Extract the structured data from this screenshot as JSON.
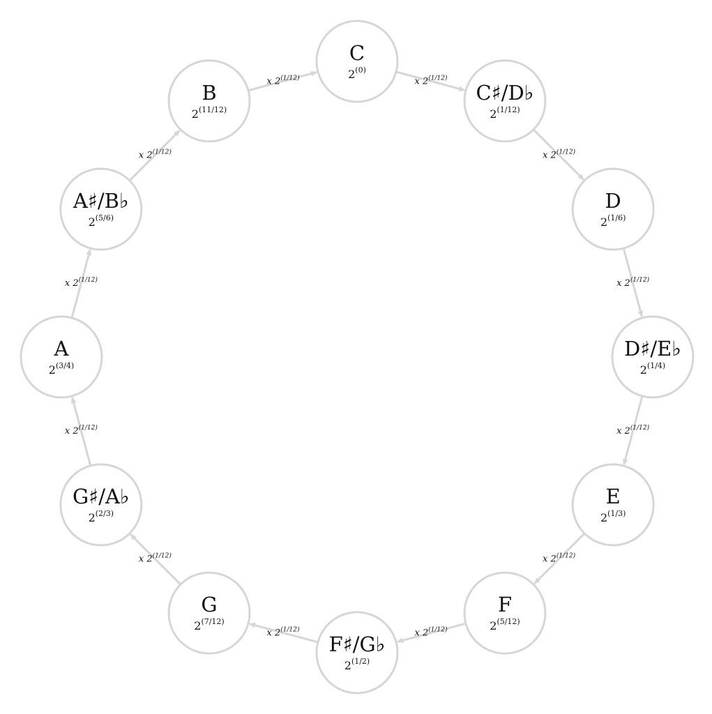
{
  "diagram": {
    "colors": {
      "circle_stroke": "#d6d6d6",
      "edge": "#d6d6d6",
      "text": "#111111",
      "background": "#ffffff"
    },
    "notes": [
      {
        "id": "c",
        "name": "C",
        "base": "2",
        "exponent": "(0)"
      },
      {
        "id": "csharp",
        "name": "C♯/D♭",
        "base": "2",
        "exponent": "(1/12)"
      },
      {
        "id": "d",
        "name": "D",
        "base": "2",
        "exponent": "(1/6)"
      },
      {
        "id": "dsharp",
        "name": "D♯/E♭",
        "base": "2",
        "exponent": "(1/4)"
      },
      {
        "id": "e",
        "name": "E",
        "base": "2",
        "exponent": "(1/3)"
      },
      {
        "id": "f",
        "name": "F",
        "base": "2",
        "exponent": "(5/12)"
      },
      {
        "id": "fsharp",
        "name": "F♯/G♭",
        "base": "2",
        "exponent": "(1/2)"
      },
      {
        "id": "g",
        "name": "G",
        "base": "2",
        "exponent": "(7/12)"
      },
      {
        "id": "gsharp",
        "name": "G♯/A♭",
        "base": "2",
        "exponent": "(2/3)"
      },
      {
        "id": "a",
        "name": "A",
        "base": "2",
        "exponent": "(3/4)"
      },
      {
        "id": "asharp",
        "name": "A♯/B♭",
        "base": "2",
        "exponent": "(5/6)"
      },
      {
        "id": "b",
        "name": "B",
        "base": "2",
        "exponent": "(11/12)"
      }
    ],
    "edges": [
      {
        "from": "c",
        "to": "csharp",
        "prefix": "x 2",
        "exponent": "(1/12)"
      },
      {
        "from": "csharp",
        "to": "d",
        "prefix": "x 2",
        "exponent": "(1/12)"
      },
      {
        "from": "d",
        "to": "dsharp",
        "prefix": "x 2",
        "exponent": "(1/12)"
      },
      {
        "from": "dsharp",
        "to": "e",
        "prefix": "x 2",
        "exponent": "(1/12)"
      },
      {
        "from": "e",
        "to": "f",
        "prefix": "x 2",
        "exponent": "(1/12)"
      },
      {
        "from": "f",
        "to": "fsharp",
        "prefix": "x 2",
        "exponent": "(1/12)"
      },
      {
        "from": "fsharp",
        "to": "g",
        "prefix": "x 2",
        "exponent": "(1/12)"
      },
      {
        "from": "g",
        "to": "gsharp",
        "prefix": "x 2",
        "exponent": "(1/12)"
      },
      {
        "from": "gsharp",
        "to": "a",
        "prefix": "x 2",
        "exponent": "(1/12)"
      },
      {
        "from": "a",
        "to": "asharp",
        "prefix": "x 2",
        "exponent": "(1/12)"
      },
      {
        "from": "asharp",
        "to": "b",
        "prefix": "x 2",
        "exponent": "(1/12)"
      },
      {
        "from": "b",
        "to": "c",
        "prefix": "x 2",
        "exponent": "(1/12)"
      }
    ]
  }
}
